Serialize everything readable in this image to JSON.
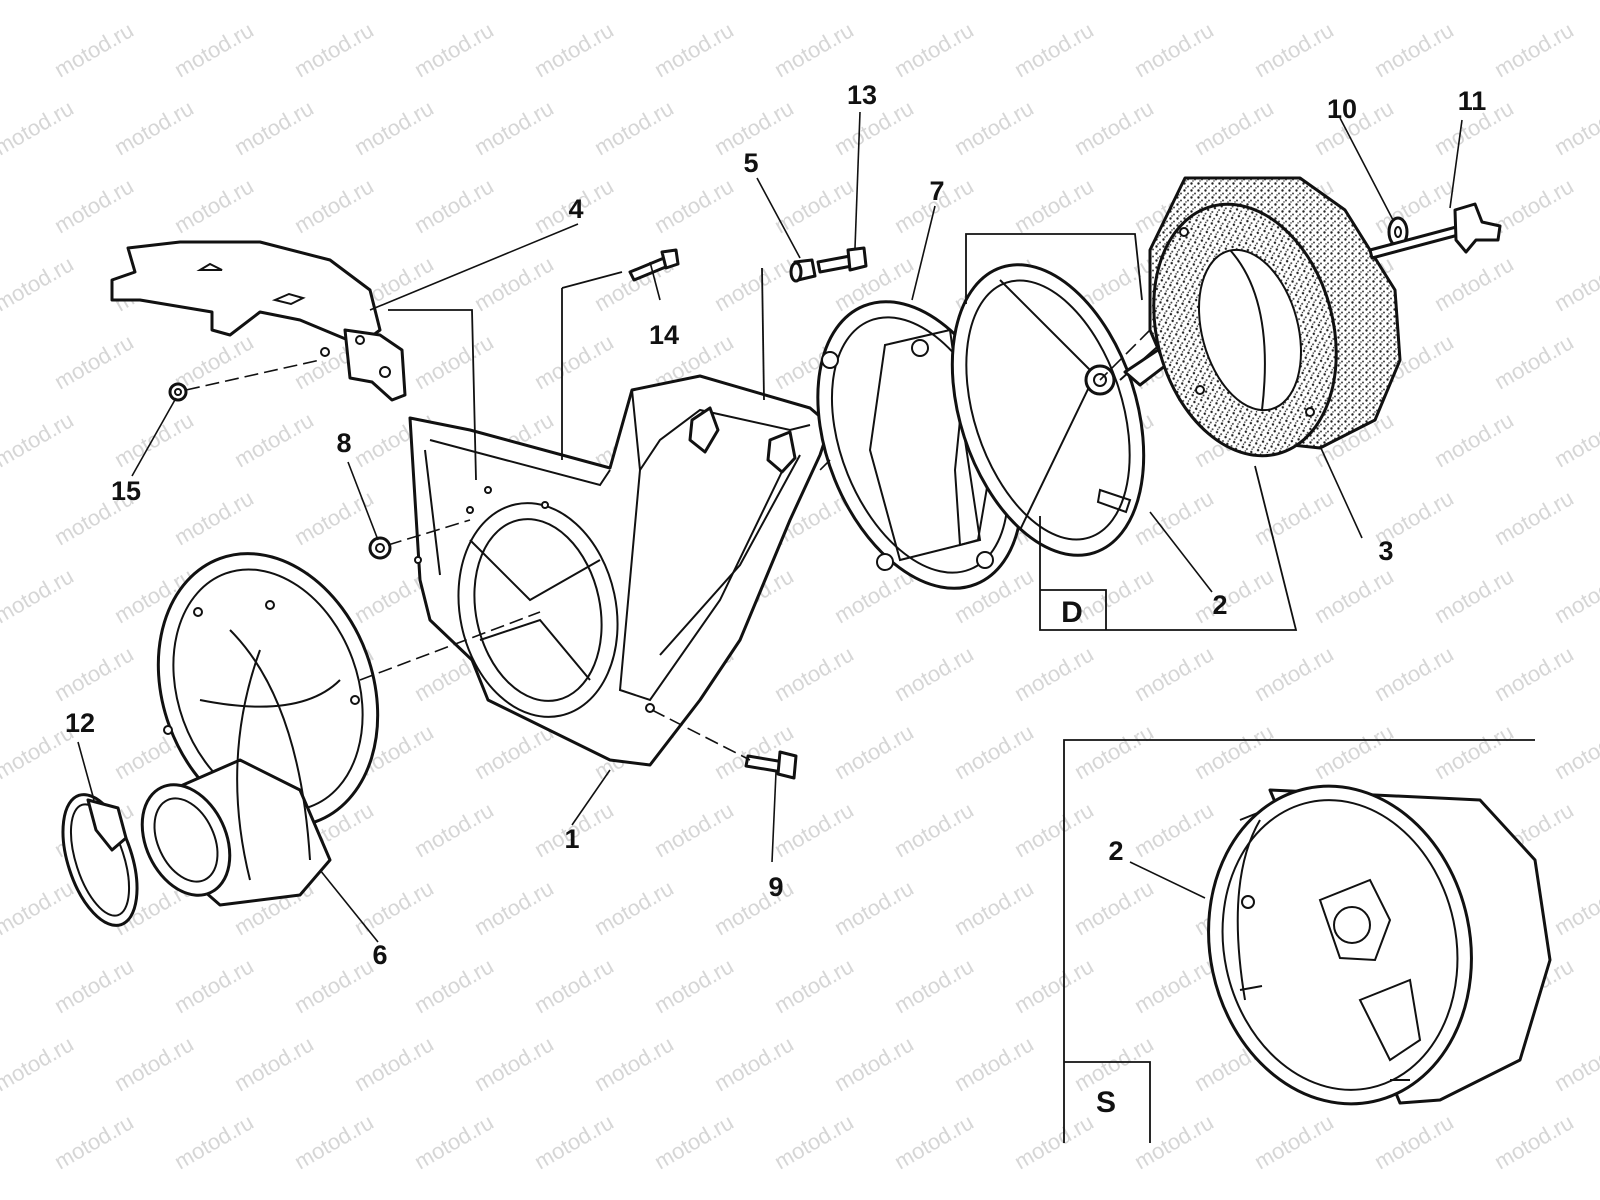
{
  "watermark": "motod.ru",
  "callouts": [
    "1",
    "2",
    "3",
    "4",
    "5",
    "6",
    "7",
    "8",
    "9",
    "10",
    "11",
    "12",
    "13",
    "14",
    "15"
  ],
  "inset_callout": "2",
  "detail_labels": {
    "d": "D",
    "s": "S"
  }
}
